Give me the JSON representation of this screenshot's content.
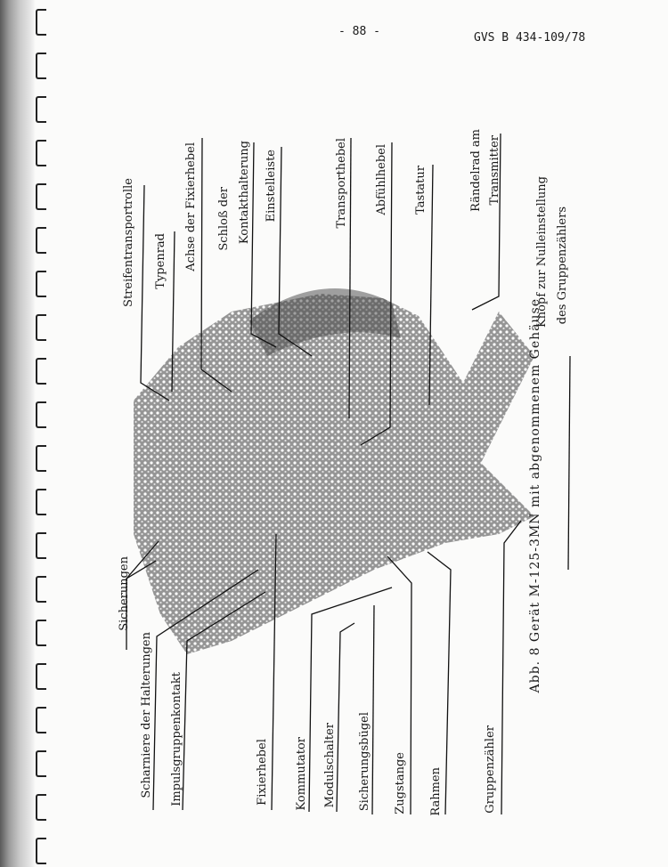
{
  "header": {
    "page_number": "- 88 -",
    "doc_id": "GVS B 434-109/78"
  },
  "caption": "Abb. 8  Gerät  M-125-3MN mit abgenommenem Gehäuse",
  "labels_top": {
    "streifentransportrolle": "Streifentransportrolle",
    "typenrad": "Typenrad",
    "achse": "Achse der Fixierhebel",
    "schloss_1": "Schloß der",
    "schloss_2": "Kontakthalterung",
    "einstelleiste": "Einstelleiste",
    "transporthebel": "Transporthebel",
    "abfuehlhebel": "Abfühlhebel",
    "tastatur": "Tastatur",
    "raendelrad_1": "Rändelrad am",
    "raendelrad_2": "Transmitter",
    "knopf_1": "Knopf zur Nulleinstellung",
    "knopf_2": "des Gruppenzählers"
  },
  "labels_bottom": {
    "sicherungen": "Sicherungen",
    "scharniere": "Scharniere der Halterungen",
    "impuls": "Impulsgruppenkontakt",
    "fixierhebel": "Fixierhebel",
    "kommutator": "Kommutator",
    "modulschalter": "Modulschalter",
    "sicherungsbuegel": "Sicherungsbügel",
    "zugstange": "Zugstange",
    "rahmen": "Rahmen",
    "gruppenzaehler": "Gruppenzähler"
  }
}
